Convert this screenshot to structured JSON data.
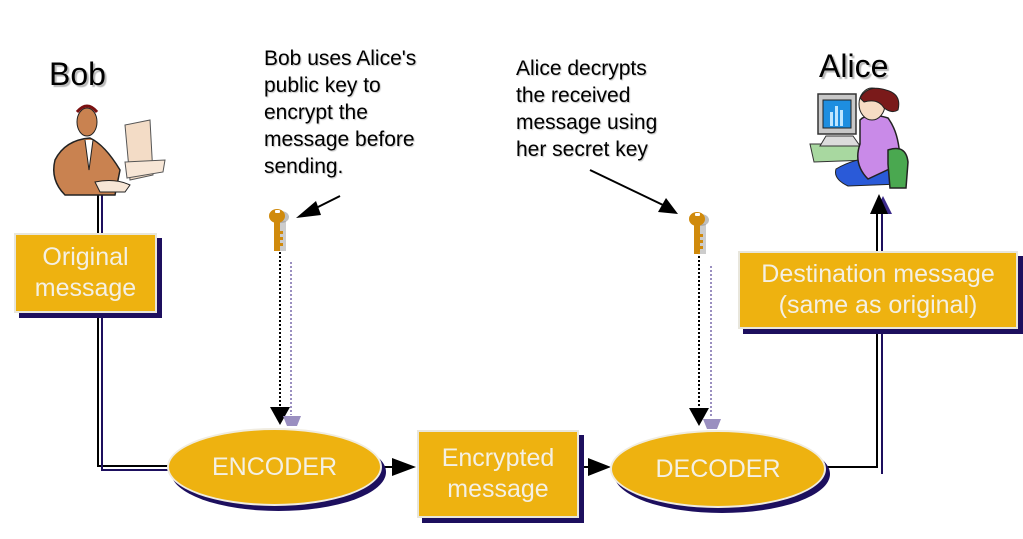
{
  "diagram": {
    "actors": {
      "sender": {
        "name": "Bob",
        "icon": "man-at-computer-icon"
      },
      "receiver": {
        "name": "Alice",
        "icon": "woman-at-computer-icon"
      }
    },
    "notes": {
      "encrypt": [
        "Bob uses Alice's",
        "public key to",
        "encrypt the",
        "message before",
        "sending."
      ],
      "decrypt": [
        "Alice decrypts",
        "the received",
        "message using",
        "her secret key"
      ]
    },
    "nodes": {
      "original": [
        "Original",
        "message"
      ],
      "encoder": "ENCODER",
      "encrypted": [
        "Encrypted",
        "message"
      ],
      "decoder": "DECODER",
      "destination": [
        "Destination message",
        "(same as original)"
      ]
    },
    "keys": {
      "public_key": {
        "icon": "key-icon",
        "role": "public key"
      },
      "secret_key": {
        "icon": "key-icon",
        "role": "secret key"
      }
    },
    "colors": {
      "box_fill": "#eeb210",
      "box_text": "#f4f0e4",
      "shadow": "#1d0f5e",
      "key": "#d08a0c",
      "dotted_secondary": "#9a8fc0"
    }
  }
}
